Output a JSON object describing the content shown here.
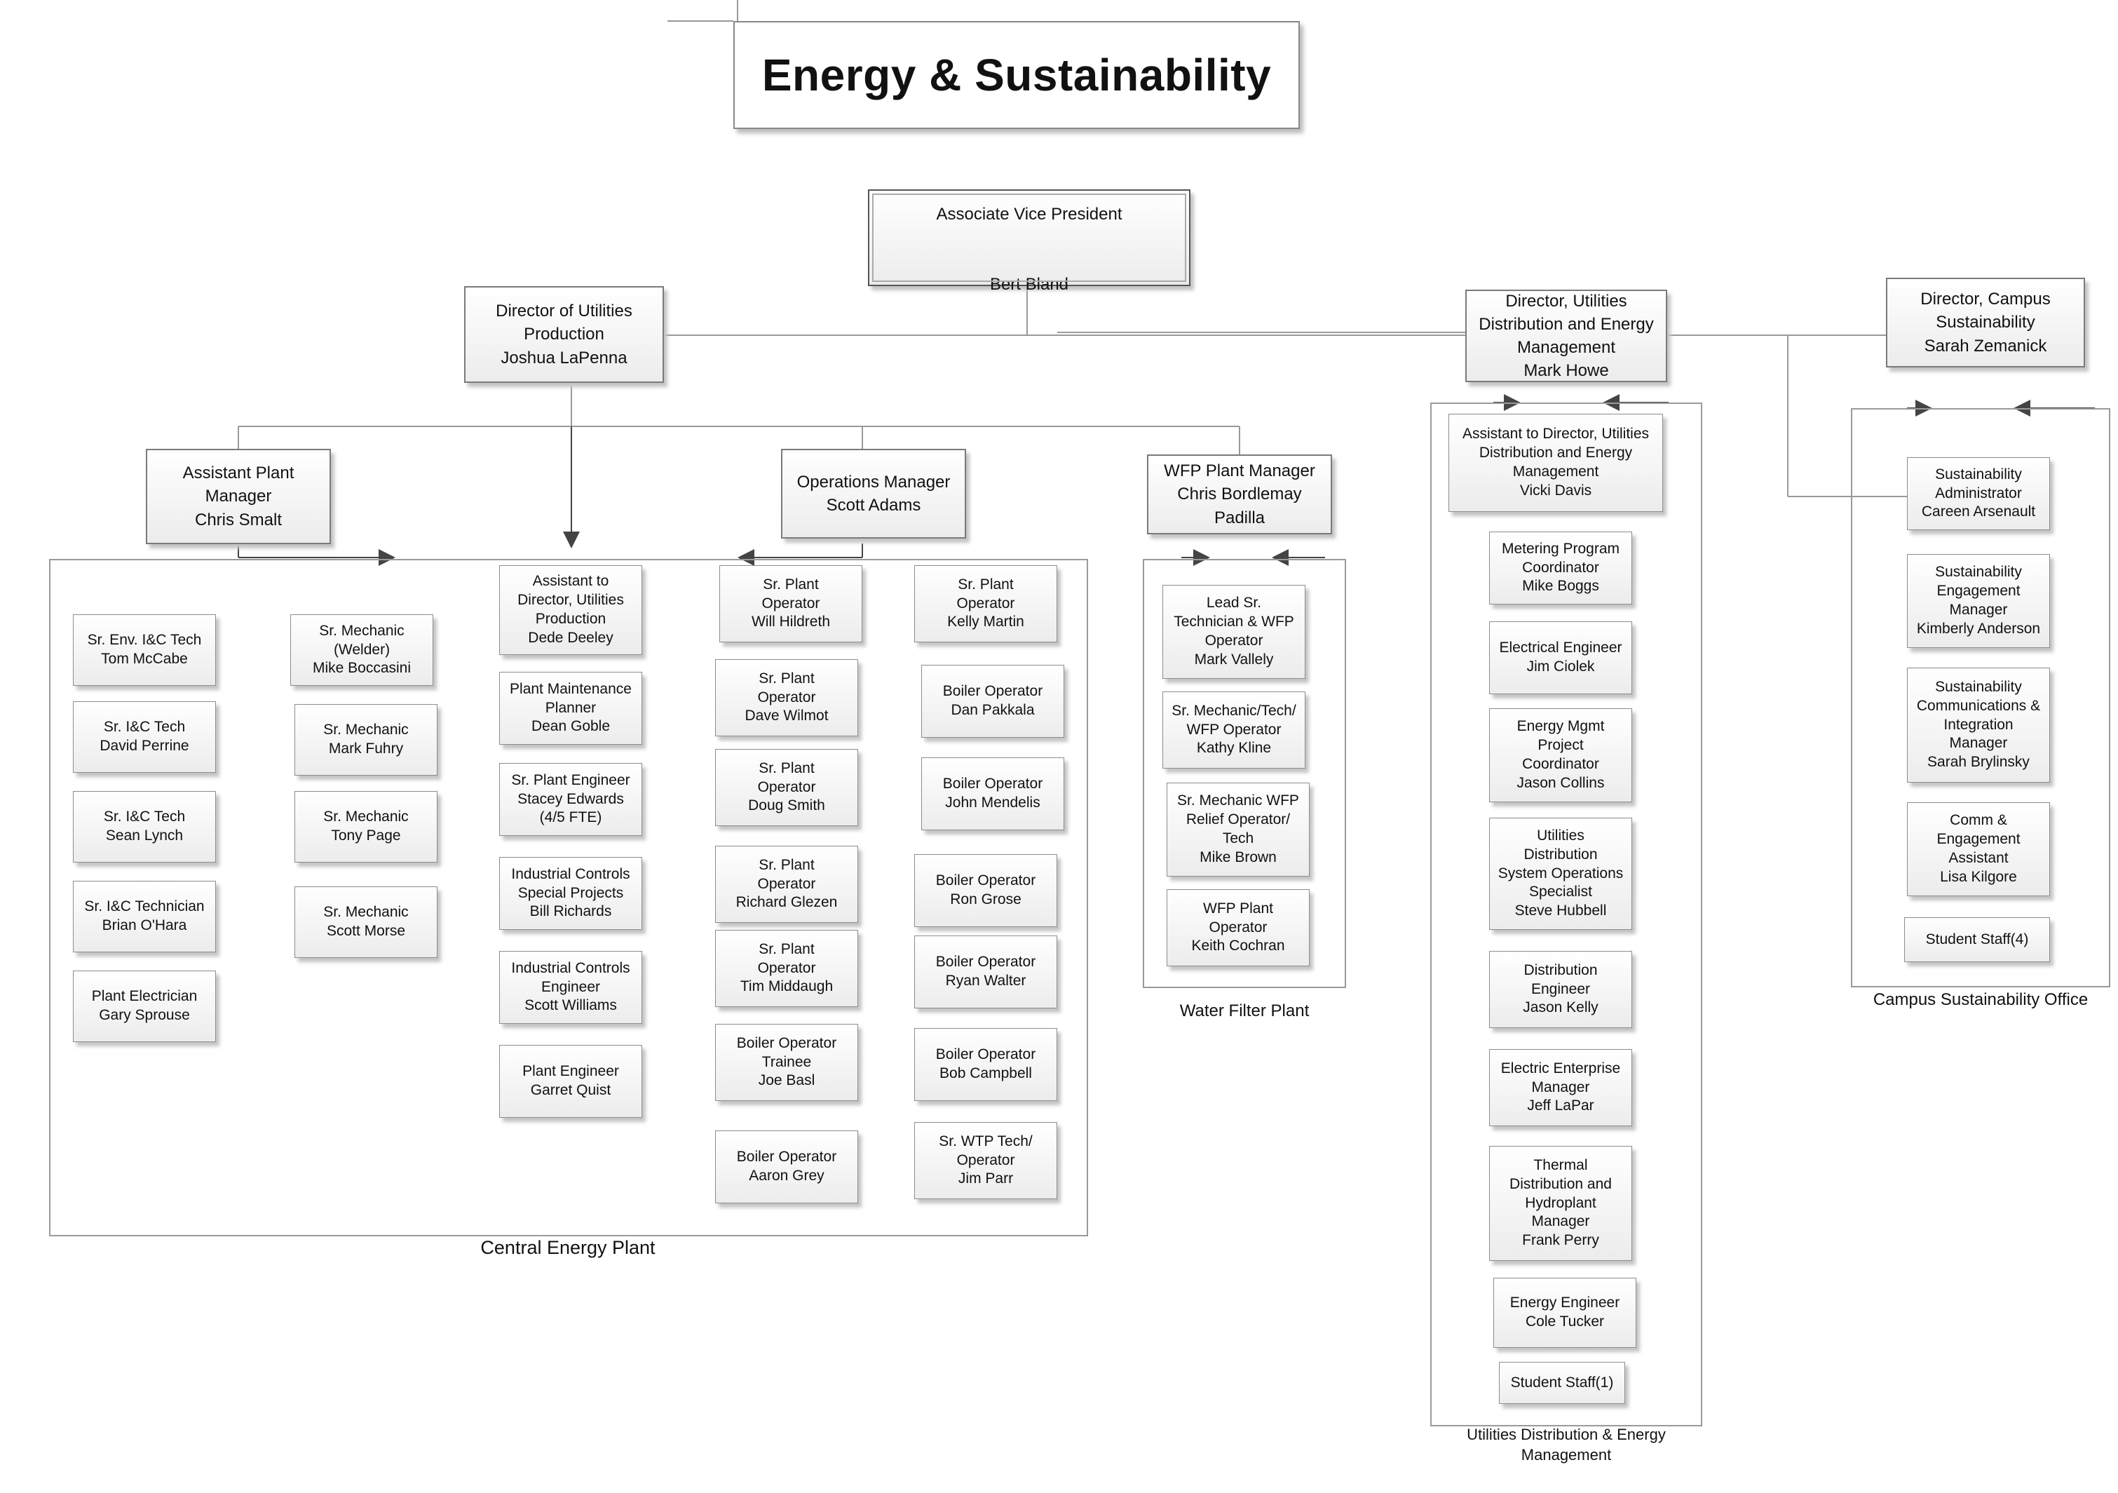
{
  "title": "Energy & Sustainability",
  "avp": {
    "title": "Associate Vice President",
    "name": "Bert Bland"
  },
  "directors": {
    "utilities_production": {
      "text": "Director of Utilities\nProduction\nJoshua LaPenna"
    },
    "utilities_distribution": {
      "text": "Director, Utilities\nDistribution and Energy\nManagement\nMark Howe"
    },
    "campus_sustainability": {
      "text": "Director, Campus\nSustainability\nSarah Zemanick"
    }
  },
  "managers": {
    "assistant_plant_manager": {
      "text": "Assistant Plant\nManager\nChris Smalt"
    },
    "operations_manager": {
      "text": "Operations Manager\nScott Adams"
    },
    "wfp_plant_manager": {
      "text": "WFP Plant Manager\nChris Bordlemay\nPadilla"
    }
  },
  "central_energy_plant": {
    "caption": "Central Energy Plant",
    "techs": [
      "Sr. Env. I&C  Tech\nTom McCabe",
      "Sr. I&C Tech\nDavid Perrine",
      "Sr. I&C Tech\nSean Lynch",
      "Sr. I&C Technician\nBrian O'Hara",
      "Plant Electrician\nGary Sprouse"
    ],
    "mechanics": [
      "Sr. Mechanic\n(Welder)\nMike Boccasini",
      "Sr. Mechanic\nMark Fuhry",
      "Sr. Mechanic\nTony Page",
      "Sr. Mechanic\nScott Morse"
    ],
    "production_staff": [
      "Assistant to\nDirector, Utilities\nProduction\nDede Deeley",
      "Plant Maintenance\nPlanner\nDean Goble",
      "Sr. Plant Engineer\nStacey Edwards\n(4/5 FTE)",
      "Industrial Controls\nSpecial Projects\nBill Richards",
      "Industrial Controls\nEngineer\nScott Williams",
      "Plant Engineer\nGarret Quist"
    ],
    "operators_left": [
      "Sr. Plant\nOperator\nWill Hildreth",
      "Sr. Plant\nOperator\nDave Wilmot",
      "Sr. Plant\nOperator\nDoug Smith",
      "Sr. Plant\nOperator\nRichard Glezen",
      "Sr. Plant\nOperator\nTim Middaugh",
      "Boiler Operator\nTrainee\nJoe Basl",
      "Boiler Operator\nAaron Grey"
    ],
    "operators_right": [
      "Sr. Plant\nOperator\nKelly Martin",
      "Boiler Operator\nDan Pakkala",
      "Boiler Operator\nJohn Mendelis",
      "Boiler Operator\nRon Grose",
      "Boiler Operator\nRyan Walter",
      "Boiler Operator\nBob Campbell",
      "Sr. WTP Tech/\nOperator\nJim Parr"
    ]
  },
  "water_filter_plant": {
    "caption": "Water Filter Plant",
    "staff": [
      "Lead Sr.\nTechnician & WFP\nOperator\nMark Vallely",
      "Sr. Mechanic/Tech/\nWFP Operator\nKathy Kline",
      "Sr. Mechanic WFP\nRelief Operator/\nTech\nMike Brown",
      "WFP Plant\nOperator\nKeith Cochran"
    ]
  },
  "utilities_distribution": {
    "caption": "Utilities Distribution & Energy\nManagement",
    "staff": [
      "Assistant to Director, Utilities\nDistribution and Energy\nManagement\nVicki Davis",
      "Metering Program\nCoordinator\nMike Boggs",
      "Electrical Engineer\nJim Ciolek",
      "Energy Mgmt\nProject\nCoordinator\nJason Collins",
      "Utilities\nDistribution\nSystem Operations\nSpecialist\nSteve Hubbell",
      "Distribution\nEngineer\nJason Kelly",
      "Electric Enterprise\nManager\nJeff LaPar",
      "Thermal\nDistribution and\nHydroplant\nManager\nFrank Perry",
      "Energy Engineer\nCole Tucker",
      "Student Staff(1)"
    ]
  },
  "campus_sustainability": {
    "caption": "Campus Sustainability Office",
    "staff": [
      "Sustainability\nAdministrator\nCareen Arsenault",
      "Sustainability\nEngagement\nManager\nKimberly Anderson",
      "Sustainability\nCommunications &\nIntegration\nManager\nSarah Brylinsky",
      "Comm &\nEngagement\nAssistant\nLisa Kilgore",
      "Student Staff(4)"
    ]
  }
}
